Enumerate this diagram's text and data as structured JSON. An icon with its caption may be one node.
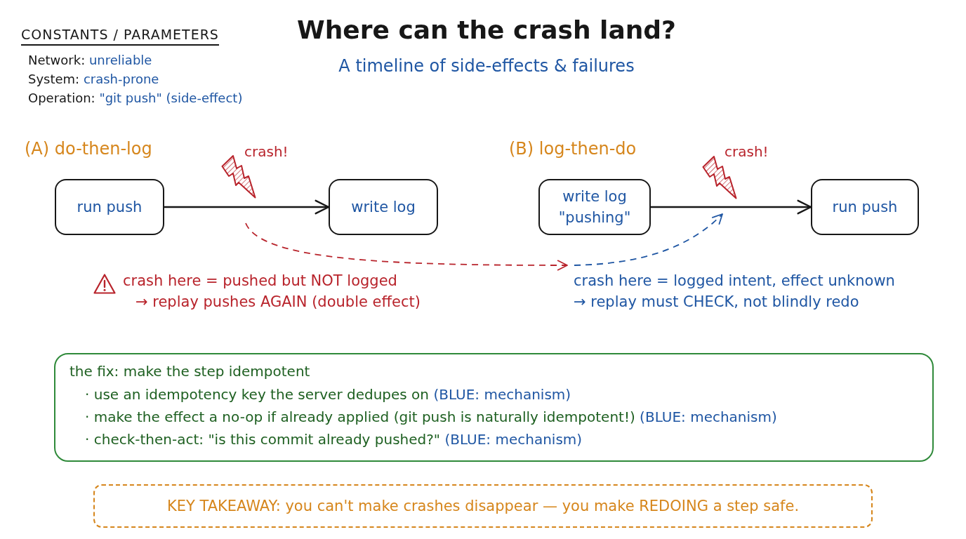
{
  "diagram": {
    "title": "Where can the crash land?",
    "nodes": [
      {
        "text": [
          "run push"
        ]
      },
      {
        "text": [
          "write log"
        ]
      },
      {
        "text": [
          "write log \"pushing\""
        ]
      },
      {
        "text": [
          "run push"
        ]
      },
      {
        "text": [
          "the fix: make the step idempotent",
          "· use an idempotency key the server dedupes on (BLUE: mechanism)",
          "· make the effect a no-op if already applied (git push is naturally idempotent!) (BLUE: mechanism)",
          "· check-then-act: \"is this commit already pushed?\" (BLUE: mechanism)"
        ]
      },
      {
        "text": [
          "KEY TAKEAWAY: you can't make crashes disappear — you make REDOING a step safe."
        ]
      }
    ],
    "edges": [
      {
        "from": 0,
        "to": 1,
        "arrow": "to"
      },
      {
        "from": 2,
        "to": 3,
        "arrow": "to"
      }
    ],
    "labels": [
      "CONSTANTS / PARAMETERS",
      "Network: unreliable",
      "System: crash-prone",
      "Operation: \"git push\" (side-effect)",
      "A timeline of side-effects & failures",
      "(A) do-then-log",
      "crash!",
      "(B) log-then-do",
      "crash!",
      "crash here = pushed but NOT logged",
      "→ replay pushes AGAIN (double effect)",
      "crash here = logged intent, effect unknown",
      "→ replay must CHECK, not blindly redo"
    ]
  }
}
